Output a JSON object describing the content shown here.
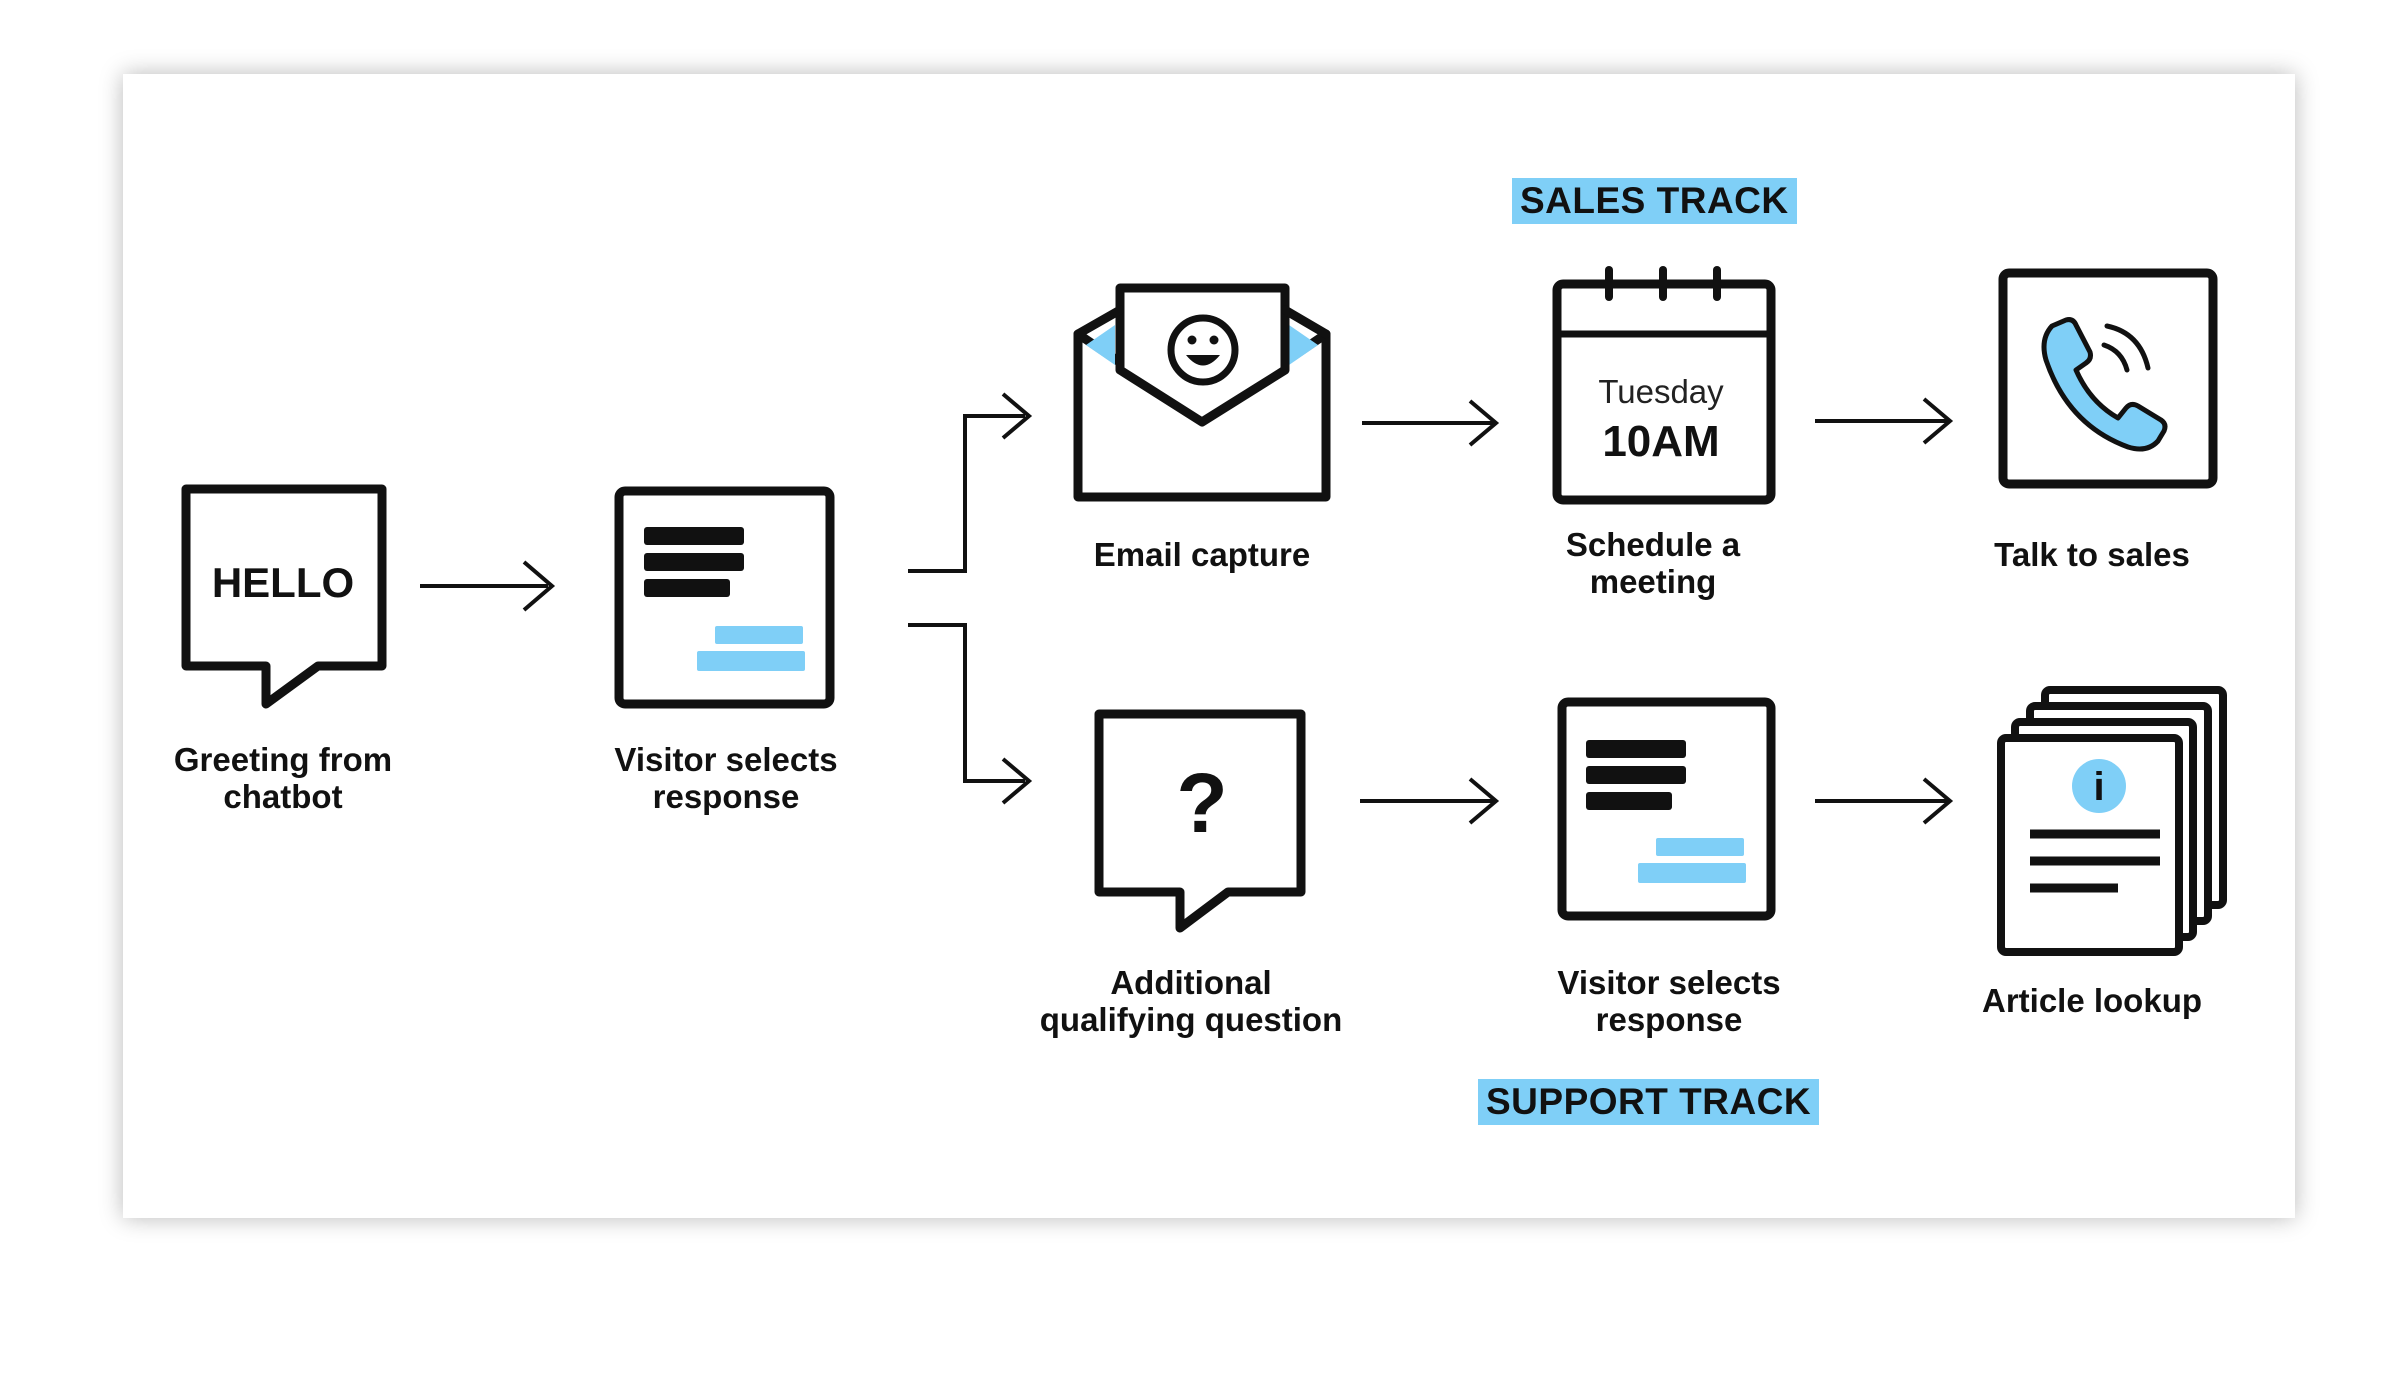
{
  "tracks": {
    "sales": "SALES TRACK",
    "support": "SUPPORT TRACK"
  },
  "nodes": {
    "greeting": {
      "label": "Greeting from\nchatbot",
      "bubble_text": "HELLO",
      "icon": "speech-bubble-icon"
    },
    "visitor_response_1": {
      "label": "Visitor selects\nresponse",
      "icon": "chat-window-icon"
    },
    "email_capture": {
      "label": "Email capture",
      "icon": "envelope-icon"
    },
    "schedule_meeting": {
      "label": "Schedule a\nmeeting",
      "day": "Tuesday",
      "time": "10AM",
      "icon": "calendar-icon"
    },
    "talk_to_sales": {
      "label": "Talk to sales",
      "icon": "phone-icon"
    },
    "qualifying_question": {
      "label": "Additional\nqualifying question",
      "icon": "question-bubble-icon"
    },
    "visitor_response_2": {
      "label": "Visitor selects\nresponse",
      "icon": "chat-window-icon"
    },
    "article_lookup": {
      "label": "Article lookup",
      "icon": "documents-info-icon"
    }
  },
  "colors": {
    "accent": "#7fcff7",
    "stroke": "#111111",
    "background": "#ffffff"
  }
}
